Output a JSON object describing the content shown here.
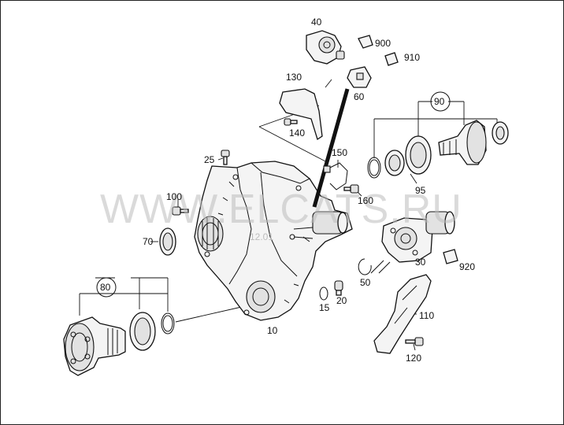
{
  "watermark": {
    "text": "WWW.ELCATS.RU",
    "date": "12.01"
  },
  "callouts": {
    "p10": "10",
    "p15": "15",
    "p20": "20",
    "p25": "25",
    "p30": "30",
    "p40": "40",
    "p50": "50",
    "p60": "60",
    "p70": "70",
    "p80": "80",
    "p90": "90",
    "p95": "95",
    "p100": "100",
    "p110": "110",
    "p120": "120",
    "p130": "130",
    "p140": "140",
    "p150": "150",
    "p160": "160",
    "p900": "900",
    "p910": "910",
    "p920": "920"
  }
}
